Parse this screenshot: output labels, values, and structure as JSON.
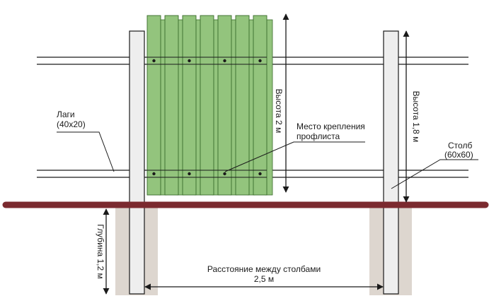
{
  "labels": {
    "lags_line1": "Лаги",
    "lags_line2": "(40х20)",
    "mount_line1": "Место крепления",
    "mount_line2": "профлиста",
    "height_panel": "Высота 2 м",
    "height_post": "Высота 1,8 м",
    "post_line1": "Столб",
    "post_line2": "(60х60)",
    "depth": "Глубина 1,2 м",
    "distance_line1": "Расстояние между столбами",
    "distance_line2": "2,5 м"
  },
  "colors": {
    "sheet_fill": "#93c47d",
    "sheet_stroke": "#3a6b2c",
    "ground": "#7b2a2f",
    "soil": "#ddd6cf",
    "post_fill": "#eeeeee",
    "line": "#1a1a1a"
  }
}
